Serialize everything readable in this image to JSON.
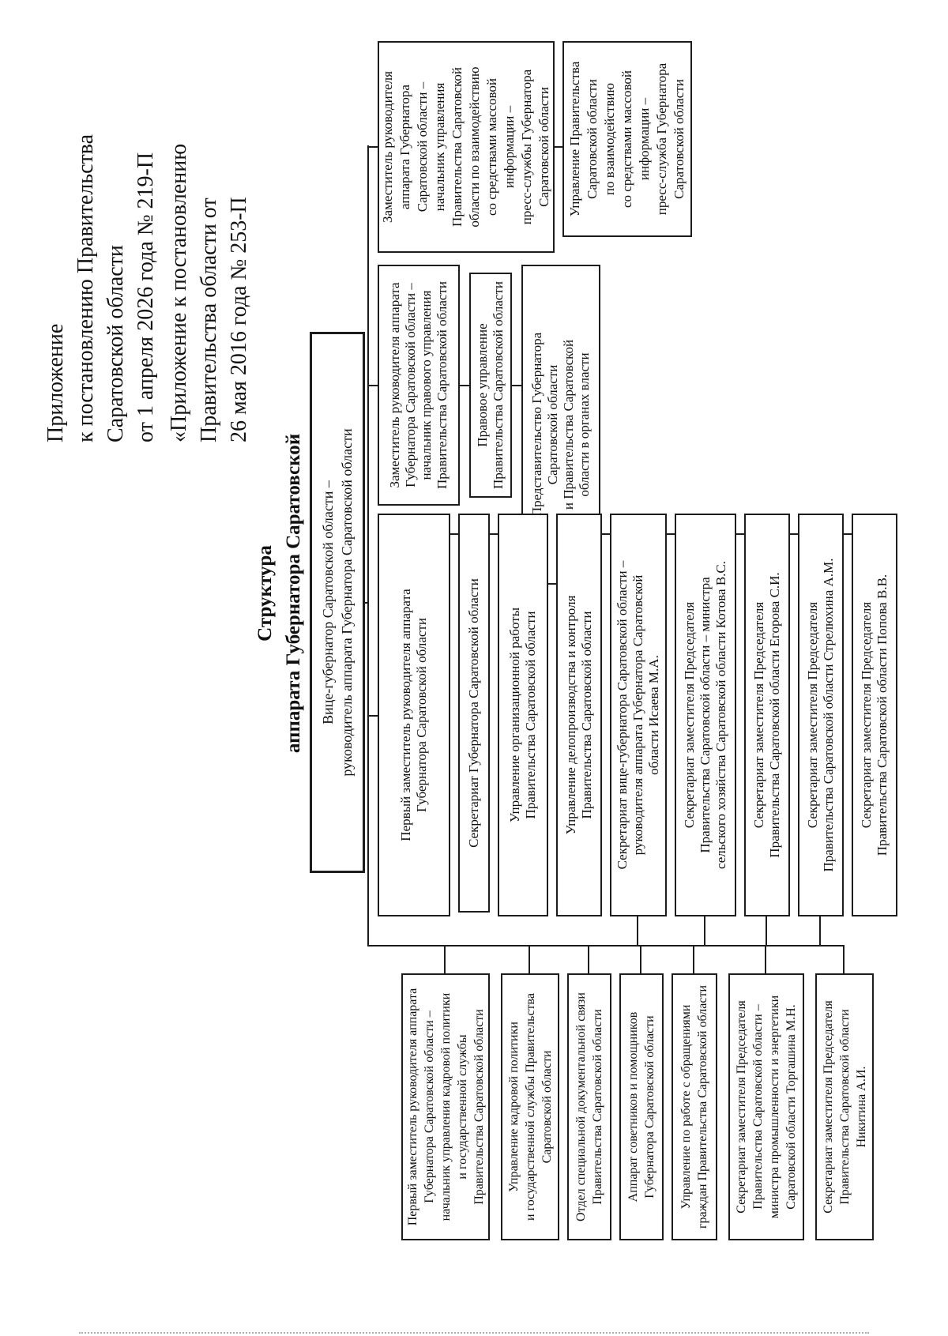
{
  "header": {
    "appendix1": "Приложение\nк постановлению Правительства\nСаратовской области\nот 1 апреля 2026 года № 219-П",
    "appendix2": "«Приложение к постановлению\nПравительства области от\n26 мая 2016 года № 253-П"
  },
  "title": "Структура\nаппарата Губернатора Саратовской области",
  "org": {
    "root": "Вице-губернатор Саратовской области –\nруководитель аппарата Губернатора Саратовской области",
    "press_deputy": "Заместитель руководителя\nаппарата Губернатора\nСаратовской области –\nначальник управления\nПравительства Саратовской\nобласти по взаимодействию\nсо средствами массовой\nинформации –\nпресс-службы Губернатора\nСаратовской области",
    "press_office": "Управление Правительства\nСаратовской области\nпо взаимодействию\nсо средствами массовой\nинформации –\nпресс-служба Губернатора\nСаратовской области",
    "legal_deputy": "Заместитель руководителя аппарата\nГубернатора Саратовской области –\nначальник правового управления\nПравительства Саратовской области",
    "legal_office": "Правовое управление\nПравительства Саратовской области",
    "representation": "Представительство Губернатора\nСаратовской области\nи Правительства Саратовской\nобласти в органах власти",
    "first_deputy_head": "Первый заместитель руководителя аппарата\nГубернатора Саратовской области",
    "governor_secretariat": "Секретариат Губернатора Саратовской области",
    "org_work_office": "Управление организационной работы\nПравительства Саратовской области",
    "records_office": "Управление делопроизводства и контроля\nПравительства Саратовской области",
    "vice_governor_secretariat": "Секретариат вице-губернатора Саратовской области –\nруководителя аппарата Губернатора Саратовской\nобласти Исаева М.А.",
    "kotov_secretariat": "Секретариат заместителя Председателя\nПравительства Саратовской области – министра\nсельского хозяйства Саратовской области Котова В.С.",
    "egorov_secretariat": "Секретариат заместителя Председателя\nПравительства Саратовской области Егорова С.И.",
    "strelyukhin_secretariat": "Секретариат заместителя Председателя\nПравительства Саратовской области Стрелюхина А.М.",
    "popov_secretariat": "Секретариат заместителя Председателя\nПравительства Саратовской области Попова В.В.",
    "hr_first_deputy": "Первый заместитель руководителя аппарата\nГубернатора Саратовской области –\nначальник управления кадровой политики\nи государственной службы\nПравительства Саратовской области",
    "hr_office": "Управление кадровой политики\nи государственной службы Правительства\nСаратовской области",
    "special_comms_dept": "Отдел специальной документальной связи\nПравительства Саратовской области",
    "advisors_office": "Аппарат советников и помощников\nГубернатора Саратовской области",
    "citizens_appeals_office": "Управление по работе с обращениями\nграждан Правительства Саратовской области",
    "torgashin_secretariat": "Секретариат заместителя Председателя\nПравительства Саратовской области –\nминистра промышленности и энергетики\nСаратовской области Торгашина М.Н.",
    "nikitin_secretariat": "Секретариат заместителя Председателя\nПравительства Саратовской области\nНикитина А.И."
  }
}
